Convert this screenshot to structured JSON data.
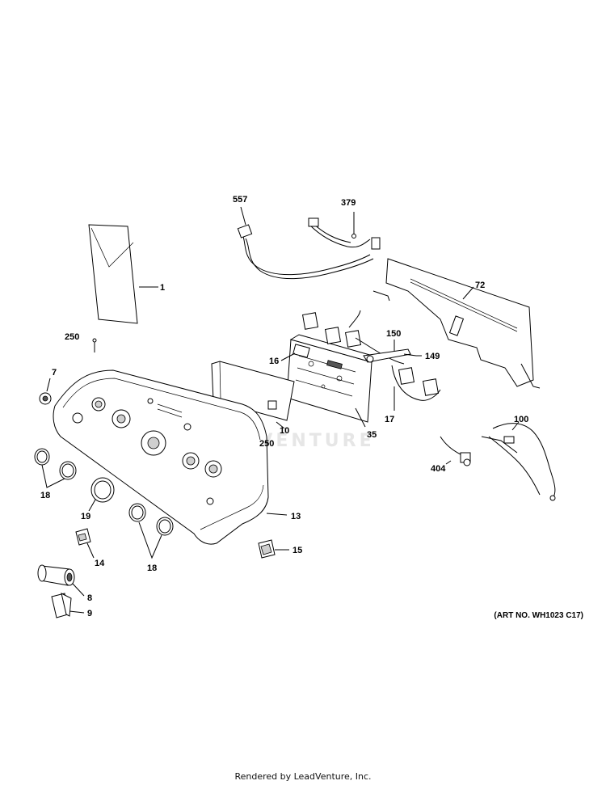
{
  "diagram": {
    "callouts": [
      "557",
      "379",
      "1",
      "72",
      "150",
      "149",
      "16",
      "250",
      "7",
      "10",
      "250",
      "35",
      "17",
      "100",
      "404",
      "18",
      "19",
      "13",
      "15",
      "14",
      "18",
      "8",
      "9"
    ],
    "art_number": "(ART NO. WH1023 C17)",
    "watermark": "LEADVENTURE",
    "footer": "Rendered by LeadVenture, Inc."
  }
}
